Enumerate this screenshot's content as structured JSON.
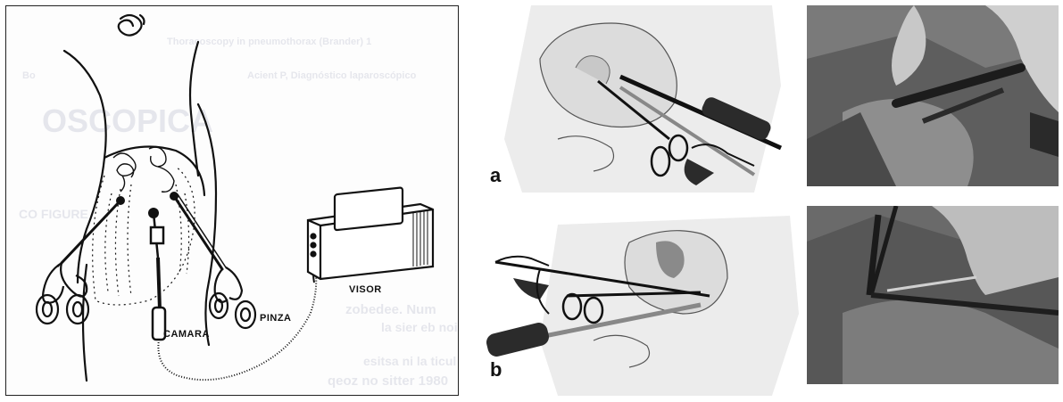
{
  "left_figure": {
    "labels": {
      "camera": "CAMARA",
      "forceps": "PINZA",
      "monitor": "VISOR"
    },
    "ghost_text": {
      "line1": "Thoracoscopy in pneumothorax (Brander) 1",
      "line2": "Bo",
      "line3": "Acient P, Diagnóstico laparoscópico",
      "heading": "OSCOPICA",
      "fig_label": "CO FIGURE",
      "para1": "zobedee. Num",
      "para2": "la sier eb nois",
      "para3": "esitsa ni la ticul",
      "para4": "qeoz no sitter 1980"
    }
  },
  "middle_figure": {
    "panel_a_label": "a",
    "panel_b_label": "b"
  },
  "photos": {
    "top": "photo-port-placement",
    "bottom": "photo-instruments-inserted"
  },
  "colors": {
    "ink": "#111111",
    "skin_shade": "#d9d9d9",
    "photo_dark": "#3a3a3a"
  }
}
